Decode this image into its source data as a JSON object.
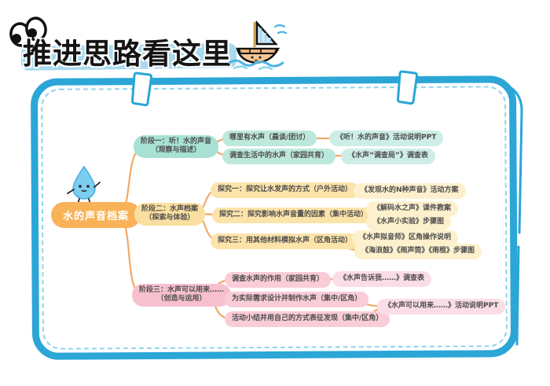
{
  "header": {
    "title": "推进思路看这里",
    "eyes_icon": "looking-eyes",
    "boat_icon": "sailboat"
  },
  "mindmap": {
    "root": {
      "label": "水的声音档案",
      "mascot": "water-drop-character"
    },
    "stages": [
      {
        "label": "阶段一：听！水的声音",
        "sublabel": "（观察与描述）",
        "children": [
          {
            "label": "哪里有水声（晨谈/团讨）",
            "leaves": [
              "《听！水的声音》活动说明PPT"
            ]
          },
          {
            "label": "调查生活中的水声（家园共育）",
            "leaves": [
              "《水声“调查局”》调查表"
            ]
          }
        ]
      },
      {
        "label": "阶段二：水声档案",
        "sublabel": "（探索与体验）",
        "children": [
          {
            "label": "探究一：探究让水发声的方式（户外活动）",
            "leaves": [
              "《发现水的N种声音》活动方案"
            ]
          },
          {
            "label": "探究二：探究影响水声音量的因素（集中活动）",
            "leaves": [
              "《解码水之声》课件教案",
              "《水声小实验》步骤图"
            ]
          },
          {
            "label": "探究三：用其他材料模拟水声（区角活动）",
            "leaves": [
              "《水声拟音师》区角操作说明",
              "《海浪鼓》《雨声筒》《雨棍》步骤图"
            ]
          }
        ]
      },
      {
        "label": "阶段三：水声可以用来……",
        "sublabel": "（创造与运用）",
        "children": [
          {
            "label": "调查水声的作用（家园共育）",
            "leaves": [
              "《水声告诉我……》调查表"
            ]
          },
          {
            "label": "为实际需求设计并制作水声（集中/区角）",
            "leaves": []
          },
          {
            "label": "活动小结并用自己的方式表征发现（集中/区角）",
            "leaves": []
          }
        ],
        "shared_leaf": "《水声可以用来……》活动说明PPT"
      }
    ]
  },
  "colors": {
    "frame_blue": "#2ba6d7",
    "frame_dash": "#8fd2ee",
    "title_highlight": "#a9d9ef",
    "root_orange": "#f8b257",
    "connector_orange": "#f2a968",
    "stage1_teal": "#a7e1d4",
    "stage1_leaf": "#cdeee6",
    "stage2_yellow": "#fbdfa0",
    "stage2_leaf": "#fdf0cd",
    "stage3_pink": "#f7c0cf",
    "stage3_leaf": "#fbdde6"
  }
}
